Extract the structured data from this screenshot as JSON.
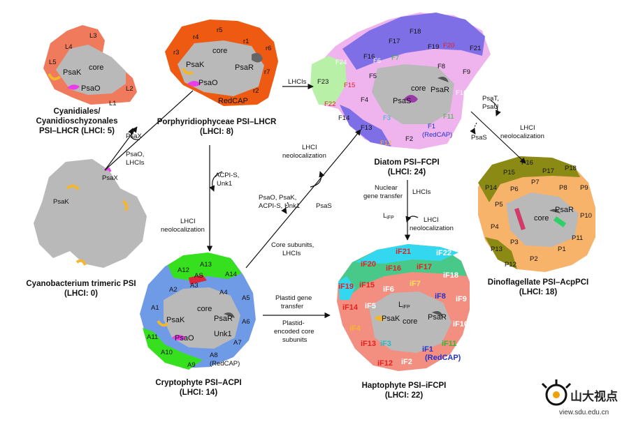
{
  "colors": {
    "red_lhcr": "#f07a5c",
    "orange_lhcr": "#ee5a12",
    "gray_core": "#b9b9b9",
    "fcpi_pink": "#efb3ee",
    "fcpi_violet": "#7f6fe6",
    "fcpi_green": "#b9f0a8",
    "acpi_blue": "#6f9be6",
    "acpi_green": "#36e01e",
    "hapto_salmon": "#f28f80",
    "hapto_green": "#49c989",
    "hapto_cyan": "#33d8f0",
    "dino_orange": "#f7b36a",
    "dino_olive": "#8b8a14",
    "psak_yellow": "#f3b72e",
    "psao_magenta": "#e83de8"
  },
  "diagram": {
    "cyanidiales": {
      "labels": [
        "L1",
        "L2",
        "L3",
        "L4",
        "L5"
      ],
      "psak": "PsaK",
      "psao": "PsaO",
      "core": "core",
      "title_lines": [
        "Cyanidiales/",
        "Cyanidioschyzonales",
        "PSI–LHCR (LHCI: 5)"
      ]
    },
    "porphyridio": {
      "labels": [
        "r1",
        "r2",
        "r3",
        "r4",
        "r5",
        "r6",
        "r7"
      ],
      "psak": "PsaK",
      "psar": "PsaR",
      "psao": "PsaO",
      "core": "core",
      "redcap": "RedCAP",
      "title_lines": [
        "Porphyridiophyceae PSI–LHCR",
        "(LHCI: 8)"
      ]
    },
    "cyanobacterium": {
      "psax": "PsaX",
      "psak": "PsaK",
      "title_lines": [
        "Cyanobacterium trimeric PSI",
        "(LHCI: 0)"
      ]
    },
    "diatom": {
      "labels": [
        "F1",
        "F2",
        "F3",
        "F4",
        "F5",
        "F6",
        "F7",
        "F8",
        "F9",
        "F10",
        "F11",
        "F12",
        "F13",
        "F14",
        "F15",
        "F16",
        "F17",
        "F18",
        "F19",
        "F20",
        "F21",
        "F22",
        "F23",
        "F24"
      ],
      "psas": "PsaS",
      "psar": "PsaR",
      "core": "core",
      "redcap": "(RedCAP)",
      "title_lines": [
        "Diatom PSI–FCPI",
        "(LHCI: 24)"
      ]
    },
    "dino": {
      "labels": [
        "P1",
        "P2",
        "P3",
        "P4",
        "P5",
        "P6",
        "P7",
        "P8",
        "P9",
        "P10",
        "P11",
        "P12",
        "P13",
        "P14",
        "P15",
        "P16",
        "P17",
        "P18"
      ],
      "psar": "PsaR",
      "core": "core",
      "title_lines": [
        "Dinoflagellate PSI–AcpPCI",
        "(LHCI: 18)"
      ]
    },
    "crypto": {
      "labels": [
        "A1",
        "A2",
        "A3",
        "A4",
        "A5",
        "A6",
        "A7",
        "A8",
        "A9",
        "A10",
        "A11",
        "A12",
        "A13",
        "A14",
        "AS"
      ],
      "psak": "PsaK",
      "psar": "PsaR",
      "psao": "PsaO",
      "core": "core",
      "unk1": "Unk1",
      "redcap": "(RedCAP)",
      "title_lines": [
        "Cryptophyte PSI–ACPI",
        "(LHCI: 14)"
      ]
    },
    "hapto": {
      "labels": [
        "iF1",
        "iF2",
        "iF3",
        "iF4",
        "iF5",
        "iF6",
        "iF7",
        "iF8",
        "iF9",
        "iF10",
        "iF11",
        "iF12",
        "iF13",
        "iF14",
        "iF15",
        "iF16",
        "iF17",
        "iF18",
        "iF19",
        "iF20",
        "iF21",
        "iF22"
      ],
      "psak": "PsaK",
      "psar": "PsaR",
      "core": "core",
      "lifp": "L",
      "lifp_sub": "iFP",
      "redcap": "(RedCAP)",
      "title_lines": [
        "Haptophyte PSI–iFCPI",
        "(LHCI: 22)"
      ]
    }
  },
  "arrows": {
    "psax": "PsaX",
    "psao_lhcis": [
      "PsaO,",
      "LHCIs"
    ],
    "lhcis_top": "LHCIs",
    "acpi_unk": [
      "ACPI-S,",
      "Unk1"
    ],
    "lhci_neo_left": [
      "LHCI",
      "neolocalization"
    ],
    "lhci_neo_mid": [
      "LHCI",
      "neolocalization"
    ],
    "psao_psak": [
      "PsaO, PsaK,",
      "ACPI-S, Unk1"
    ],
    "psas": "PsaS",
    "core_subunits": [
      "Core subunits,",
      "LHCIs"
    ],
    "nuclear": [
      "Nuclear",
      "gene transfer"
    ],
    "lifp_arrow": "L",
    "lifp_arrow_sub": "iFP",
    "lhcis_right": "LHCIs",
    "lhci_neo_right": [
      "LHCI",
      "neolocalization"
    ],
    "psat_psau": [
      "PsaT,",
      "PsaU"
    ],
    "psas_right": "PsaS",
    "lhci_neo_far": [
      "LHCI",
      "neolocalization"
    ],
    "plastid_gene": [
      "Plastid gene",
      "transfer"
    ],
    "plastid_encoded": [
      "Plastid-",
      "encoded core",
      "subunits"
    ]
  },
  "watermark": {
    "cn": "山大视点",
    "url": "view.sdu.edu.cn"
  }
}
